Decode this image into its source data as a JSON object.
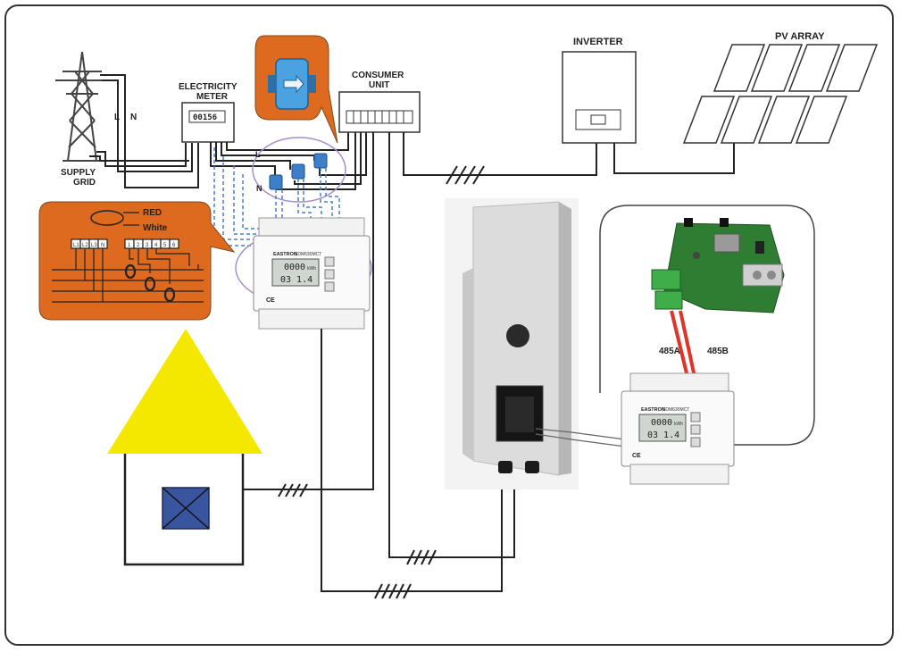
{
  "labels": {
    "supply_grid": [
      "SUPPLY",
      "GRID"
    ],
    "line_l": "L",
    "line_n": "N",
    "electricity_meter": [
      "ELECTRICITY",
      "METER"
    ],
    "meter_reading": "00156",
    "consumer_unit": [
      "CONSUMER",
      "UNIT"
    ],
    "inverter": "INVERTER",
    "pv_array": "PV ARRAY",
    "ct_l": "L",
    "ct_n": "N",
    "ct_red": "RED",
    "ct_white": "White",
    "rs485_a": "485A",
    "rs485_b": "485B"
  },
  "energy_meter": {
    "brand": "EASTRON",
    "model": "SDM630MCT",
    "display_top": "0000",
    "display_bottom": "03 1.4",
    "unit": "kWh",
    "ce": "CE"
  },
  "terminal_labels": [
    "L1",
    "L2",
    "L3",
    "N",
    "1",
    "2",
    "3",
    "4",
    "5",
    "6"
  ],
  "colors": {
    "callout_orange": "#dd6a1e",
    "roof_yellow": "#f5e800",
    "window_blue": "#3a55a0",
    "ct_blue": "#3d7fc9",
    "ellipse_purple": "#a48fcf",
    "rs485_red": "#e0332a",
    "pcb_green": "#2e7d32",
    "dashed_blue": "#4a7fc4"
  }
}
